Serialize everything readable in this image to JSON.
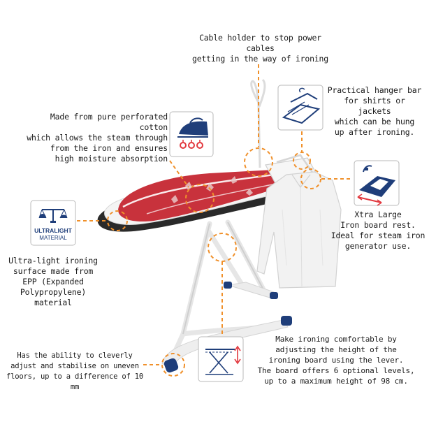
{
  "callouts": {
    "cable_holder": [
      "Cable holder to stop power cables",
      "getting in the way of ironing"
    ],
    "cotton": [
      "Made from pure perforated cotton",
      "which allows the steam through",
      "from the iron and ensures",
      "high moisture absorption"
    ],
    "hanger": [
      "Practical hanger bar",
      "for shirts or jackets",
      "which can be hung",
      "up after ironing."
    ],
    "iron_rest": [
      "Xtra Large",
      "Iron board rest.",
      "Ideal for steam iron",
      "generator use."
    ],
    "ultralight": [
      "Ultra-light ironing",
      "surface made from",
      "EPP (Expanded",
      "Polypropylene)",
      "material"
    ],
    "feet": [
      "Has the ability to cleverly",
      "adjust and stabilise on uneven",
      "floors, up to a difference of 10 mm"
    ],
    "height": [
      "Make ironing comfortable by",
      "adjusting the height of the",
      "ironing board using the lever.",
      "The board offers 6 optional levels,",
      "up to a maximum height of 98 cm."
    ]
  },
  "badge": {
    "line1": "ULTRALIGHT",
    "line2": "MATERIAL"
  },
  "colors": {
    "accent_orange": "#f0902a",
    "icon_navy": "#1f3e7a",
    "board_red": "#c8323c",
    "steam_red": "#e2383e"
  },
  "icons": [
    "iron-steam-icon",
    "ultralight-material-icon",
    "hanger-bar-icon",
    "iron-rest-icon",
    "height-adjust-icon"
  ]
}
